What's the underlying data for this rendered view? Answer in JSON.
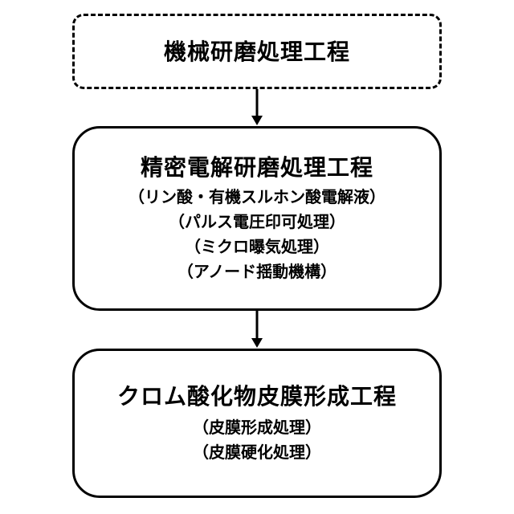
{
  "steps": [
    {
      "title": "機械研磨処理工程",
      "border": "dashed",
      "notes": []
    },
    {
      "title": "精密電解研磨処理工程",
      "border": "solid",
      "notes": [
        "（リン酸・有機スルホン酸電解液）",
        "（パルス電圧印可処理）",
        "（ミクロ曝気処理）",
        "（アノード揺動機構）"
      ]
    },
    {
      "title": "クロム酸化物皮膜形成工程",
      "border": "solid",
      "notes": [
        "（皮膜形成処理）",
        "（皮膜硬化処理）"
      ]
    }
  ],
  "colors": {
    "line": "#000000",
    "background": "#ffffff"
  }
}
